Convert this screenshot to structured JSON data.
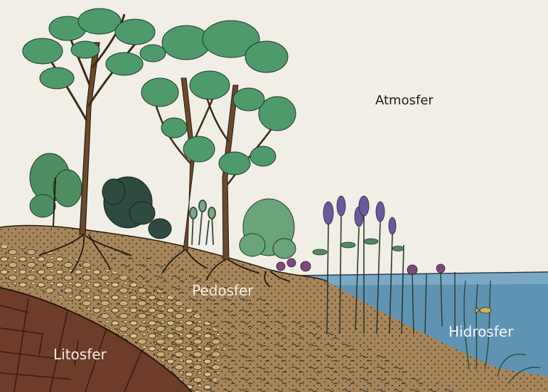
{
  "labels": {
    "atmosfer": "Atmosfer",
    "pedosfer": "Pedosfer",
    "hidrosfer": "Hidrosfer",
    "litosfer": "Litosfer"
  },
  "colors": {
    "background": "#f1eee6",
    "rock": "#6e3c2a",
    "soil": "#a6855a",
    "water": "#5f93b3",
    "foliage": "#4e9a6c"
  }
}
